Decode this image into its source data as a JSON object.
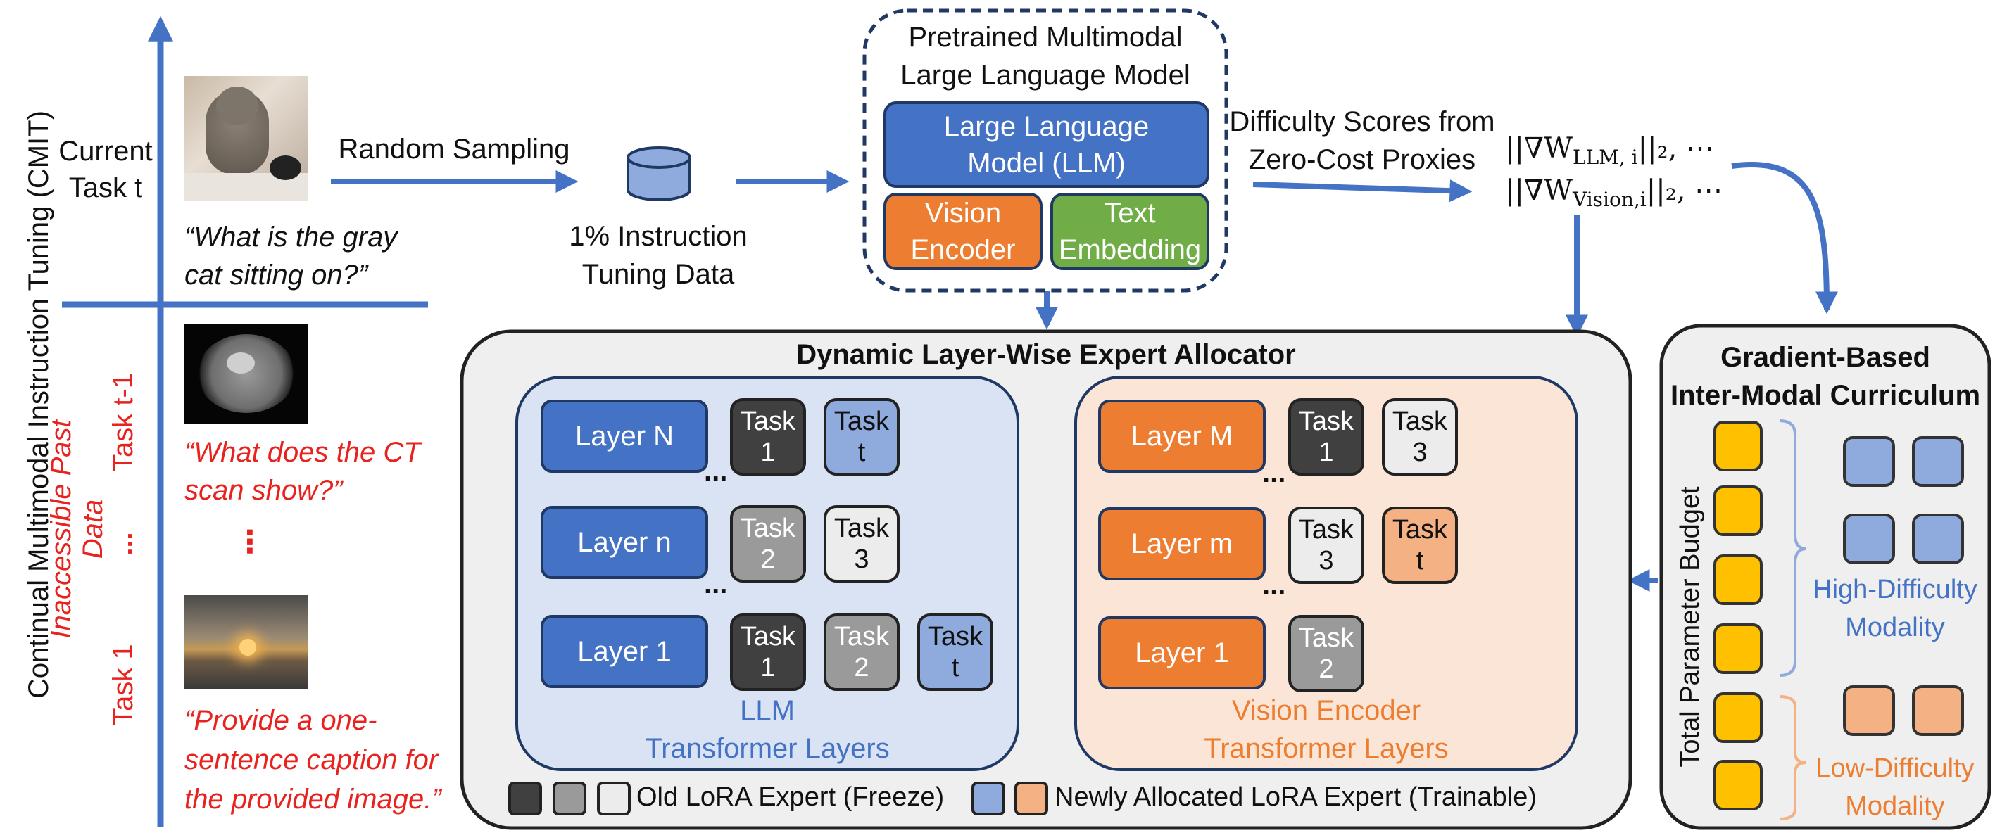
{
  "left": {
    "vertical_title": "Continual Multimodal Instruction Tuning (CMIT)",
    "current_task": "Current\nTask t",
    "current_question": "“What is the gray cat sitting on?”",
    "inaccessible": "Inaccessible Past Data",
    "task_t1": "Task t-1",
    "task_dots": "...",
    "task_1": "Task 1",
    "ct_question": "“What does the CT scan show?”",
    "q_dots": "⋮",
    "caption_question": "“Provide a one-sentence caption for the provided image.”"
  },
  "sampling": {
    "label": "Random Sampling",
    "data_label": "1% Instruction\nTuning Data"
  },
  "mllm": {
    "title": "Pretrained Multimodal\nLarge Language Model",
    "llm": "Large Language\nModel (LLM)",
    "vision": "Vision\nEncoder",
    "text": "Text\nEmbedding"
  },
  "difficulty": {
    "label": "Difficulty Scores from\nZero-Cost Proxies",
    "formula_llm": "||∇W",
    "sub_llm": "LLM, i",
    "formula_llm_tail": "||₂, ⋯",
    "formula_vision": "||∇W",
    "sub_vision": "Vision,i",
    "formula_vision_tail": "||₂, ⋯"
  },
  "allocator": {
    "title": "Dynamic Layer-Wise Expert Allocator",
    "llm_caption": "LLM\nTransformer Layers",
    "vision_caption": "Vision Encoder\nTransformer Layers",
    "llm_layers": [
      "Layer N",
      "Layer n",
      "Layer 1"
    ],
    "vision_layers": [
      "Layer M",
      "Layer m",
      "Layer 1"
    ],
    "llm_chips": [
      [
        "Task\n1",
        "Task\nt"
      ],
      [
        "Task\n2",
        "Task\n3"
      ],
      [
        "Task\n1",
        "Task\n2",
        "Task\nt"
      ]
    ],
    "vision_chips": [
      [
        "Task\n1",
        "Task\n3"
      ],
      [
        "Task\n3",
        "Task\nt"
      ],
      [
        "Task\n2"
      ]
    ],
    "ellipsis": "...",
    "legend_old": "Old LoRA Expert (Freeze)",
    "legend_new": "Newly Allocated LoRA Expert (Trainable)"
  },
  "curriculum": {
    "title": "Gradient-Based\nInter-Modal Curriculum",
    "budget": "Total Parameter Budget",
    "high": "High-Difficulty\nModality",
    "low": "Low-Difficulty\nModality"
  },
  "colors": {
    "blue": "#4472c4",
    "orange": "#ed7d31",
    "green": "#70ad47",
    "red_text": "#e8231f",
    "gold": "#ffc000"
  }
}
